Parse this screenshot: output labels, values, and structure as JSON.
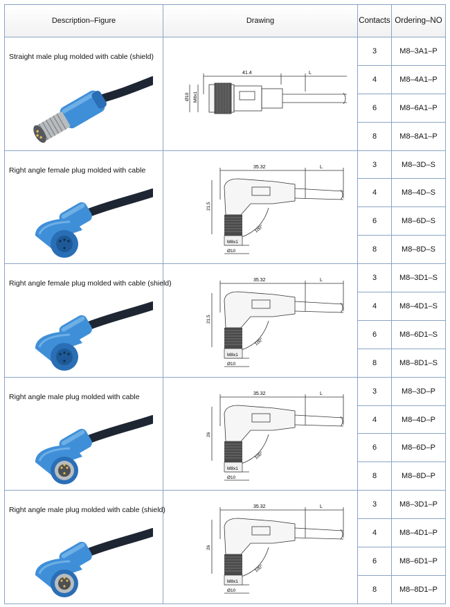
{
  "header": {
    "description": "Description–Figure",
    "drawing": "Drawing",
    "contacts": "Contacts",
    "ordering": "Ordering–NO"
  },
  "products": [
    {
      "description": "Straight male plug molded with cable (shield)",
      "photo_icon": "straight-male-connector-icon",
      "drawing": {
        "length": "41.4",
        "cable": "L",
        "dia": "Ø10",
        "thread": "M8x1"
      },
      "rows": [
        {
          "contacts": "3",
          "ordering": "M8–3A1–P"
        },
        {
          "contacts": "4",
          "ordering": "M8–4A1–P"
        },
        {
          "contacts": "6",
          "ordering": "M8–6A1–P"
        },
        {
          "contacts": "8",
          "ordering": "M8–8A1–P"
        }
      ]
    },
    {
      "description": "Right angle female plug molded with cable",
      "photo_icon": "right-angle-female-connector-icon",
      "drawing": {
        "length": "35.32",
        "cable": "L",
        "height": "21.5",
        "angle": "100°",
        "thread": "M8x1",
        "dia": "Ø10"
      },
      "rows": [
        {
          "contacts": "3",
          "ordering": "M8–3D–S"
        },
        {
          "contacts": "4",
          "ordering": "M8–4D–S"
        },
        {
          "contacts": "6",
          "ordering": "M8–6D–S"
        },
        {
          "contacts": "8",
          "ordering": "M8–8D–S"
        }
      ]
    },
    {
      "description": "Right angle female plug molded with cable (shield)",
      "photo_icon": "right-angle-female-connector-icon",
      "drawing": {
        "length": "35.32",
        "cable": "L",
        "height": "21.5",
        "angle": "100°",
        "thread": "M8x1",
        "dia": "Ø10"
      },
      "rows": [
        {
          "contacts": "3",
          "ordering": "M8–3D1–S"
        },
        {
          "contacts": "4",
          "ordering": "M8–4D1–S"
        },
        {
          "contacts": "6",
          "ordering": "M8–6D1–S"
        },
        {
          "contacts": "8",
          "ordering": "M8–8D1–S"
        }
      ]
    },
    {
      "description": "Right angle male plug  molded with cable",
      "photo_icon": "right-angle-male-connector-icon",
      "drawing": {
        "length": "35.32",
        "cable": "L",
        "height": "26",
        "angle": "100°",
        "thread": "M8x1",
        "dia": "Ø10"
      },
      "rows": [
        {
          "contacts": "3",
          "ordering": "M8–3D–P"
        },
        {
          "contacts": "4",
          "ordering": "M8–4D–P"
        },
        {
          "contacts": "6",
          "ordering": "M8–6D–P"
        },
        {
          "contacts": "8",
          "ordering": "M8–8D–P"
        }
      ]
    },
    {
      "description": "Right angle male plug  molded with cable (shield)",
      "photo_icon": "right-angle-male-connector-icon",
      "drawing": {
        "length": "35.32",
        "cable": "L",
        "height": "26",
        "angle": "100°",
        "thread": "M8x1",
        "dia": "Ø10"
      },
      "rows": [
        {
          "contacts": "3",
          "ordering": "M8–3D1–P"
        },
        {
          "contacts": "4",
          "ordering": "M8–4D1–P"
        },
        {
          "contacts": "6",
          "ordering": "M8–6D1–P"
        },
        {
          "contacts": "8",
          "ordering": "M8–8D1–P"
        }
      ]
    }
  ],
  "colors": {
    "grid": "#8aa4c4",
    "connector_blue": "#3f8fd8",
    "connector_blue_dark": "#2a6eb6",
    "cable": "#1e2633",
    "metal": "#b9bcbf"
  }
}
